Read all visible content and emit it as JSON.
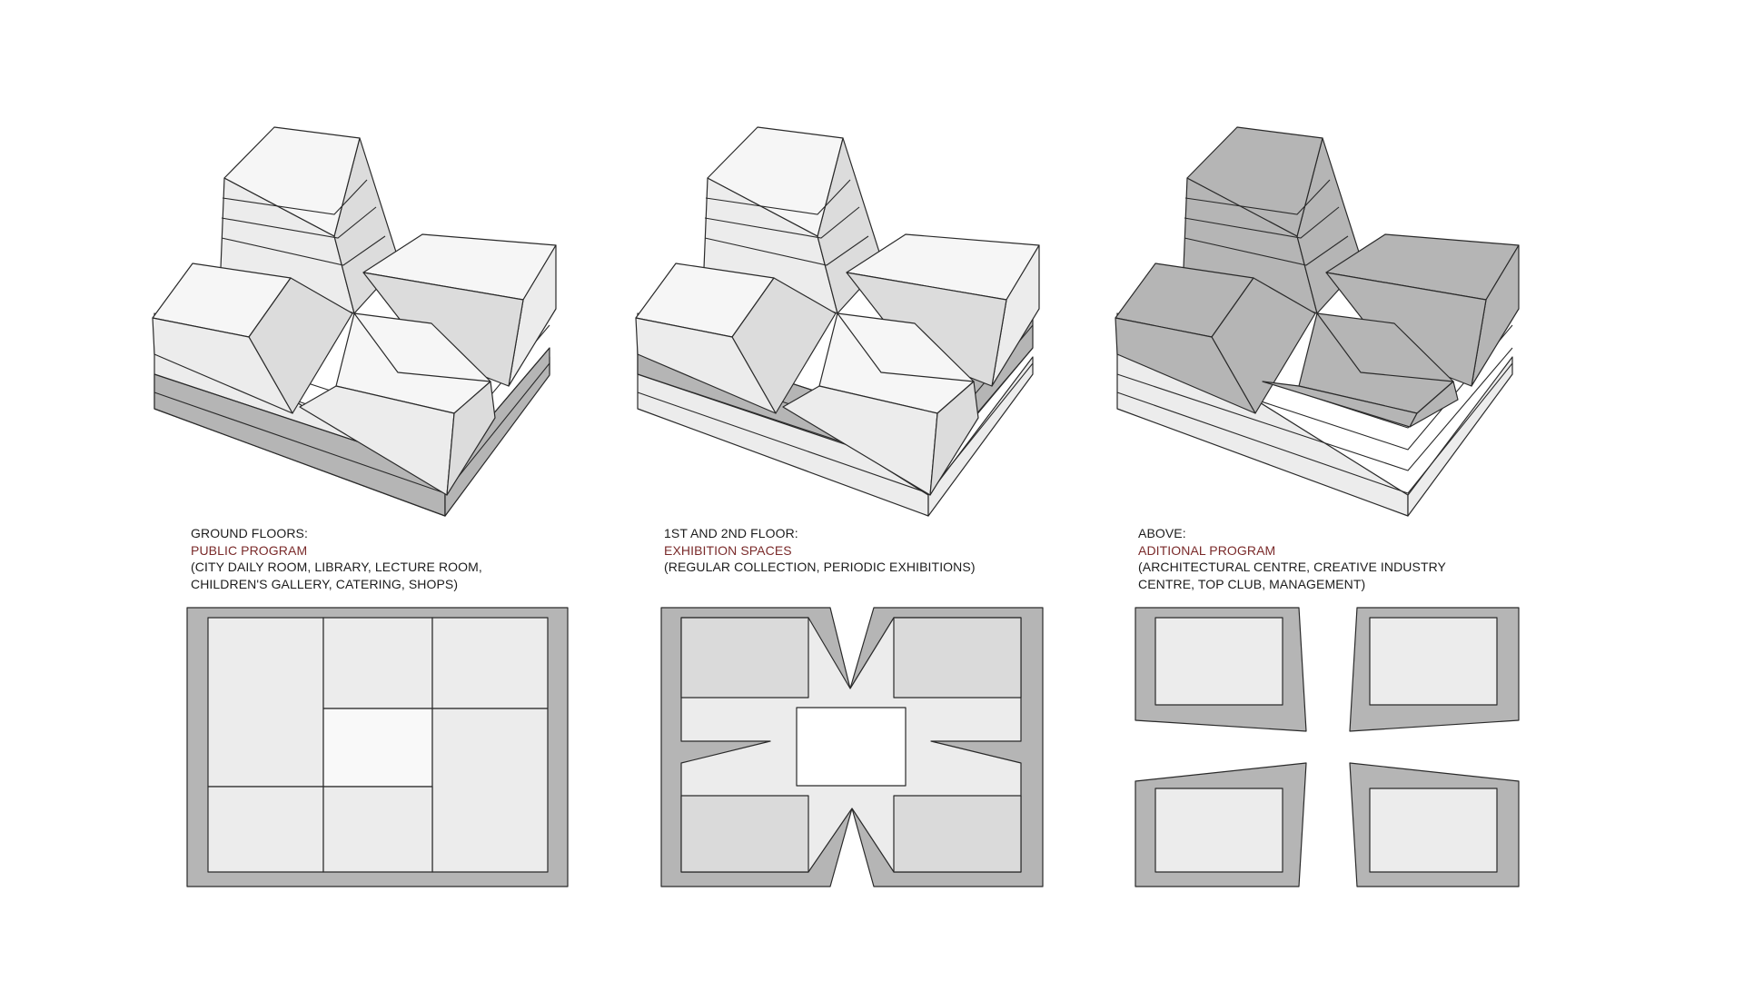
{
  "colors": {
    "light": "#ececec",
    "roof": "#f6f6f6",
    "side": "#dcdcdc",
    "dark": "#b5b5b5",
    "void": "#f9f9f9",
    "accent": "#7a2a2a"
  },
  "panels": [
    {
      "caption": {
        "heading": "GROUND FLOORS:",
        "program": "PUBLIC PROGRAM",
        "detail_lines": [
          "(CITY DAILY ROOM, LIBRARY, LECTURE ROOM,",
          "CHILDREN'S GALLERY, CATERING, SHOPS)"
        ]
      },
      "highlight": "bottom two floors"
    },
    {
      "caption": {
        "heading": "1ST AND 2ND FLOOR:",
        "program": "EXHIBITION SPACES",
        "detail_lines": [
          "(REGULAR COLLECTION, PERIODIC EXHIBITIONS)"
        ]
      },
      "highlight": "third and fourth floors"
    },
    {
      "caption": {
        "heading": "ABOVE:",
        "program": "ADITIONAL PROGRAM",
        "detail_lines": [
          "(ARCHITECTURAL CENTRE, CREATIVE INDUSTRY",
          "CENTRE, TOP CLUB, MANAGEMENT)"
        ]
      },
      "highlight": "upper floors and towers"
    }
  ]
}
